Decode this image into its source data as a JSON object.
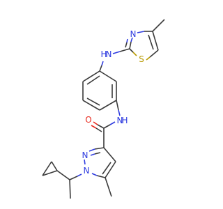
{
  "colors": {
    "bond": "#3a3a3a",
    "nitrogen": "#2f3ce0",
    "oxygen": "#e8281d",
    "sulfur": "#b79a00"
  },
  "atoms": {
    "thiazole_n": "N",
    "thiazole_s": "S",
    "amine_n": "N",
    "amine_h": "H",
    "amide_o": "O",
    "amide_n": "N",
    "amide_h": "H",
    "pyrazole_n2": "N",
    "pyrazole_n1": "N"
  }
}
